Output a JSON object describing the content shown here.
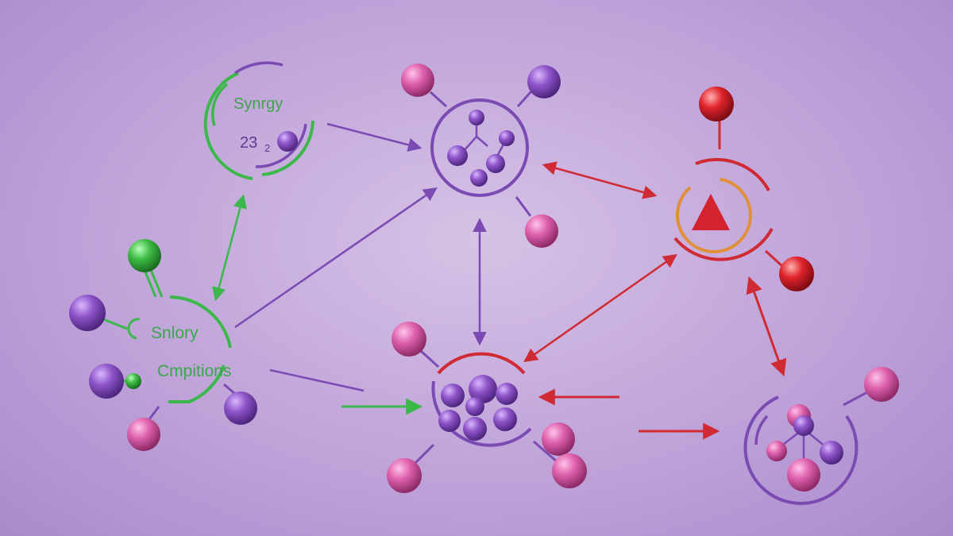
{
  "labels": {
    "synergy": "Synrgy",
    "synergy_number": "23",
    "synergy_subscript": "2",
    "left_line1": "Snlory",
    "left_line2": "Cmpitions"
  },
  "colors": {
    "purple": "#7b4bb3",
    "green": "#3cb84b",
    "red": "#d02a34",
    "orange": "#e0903a",
    "magenta": "#d0579e"
  },
  "icons": {
    "warning": "warning-triangle-icon"
  }
}
